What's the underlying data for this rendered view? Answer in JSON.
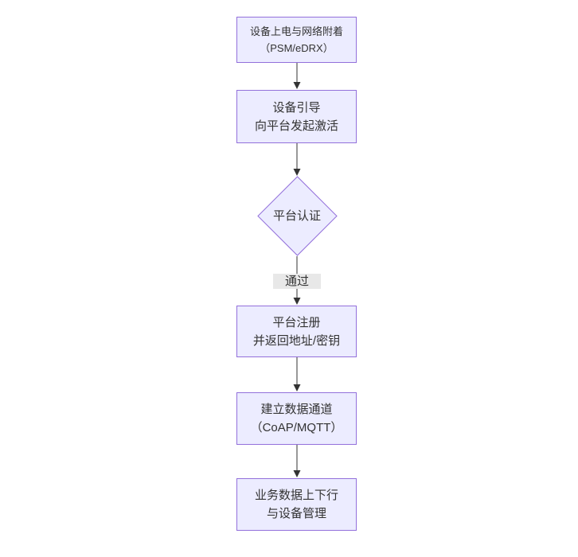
{
  "diagram": {
    "type": "flowchart",
    "direction": "top-down",
    "colors": {
      "node_fill": "#ECECFF",
      "node_border": "#9370DB",
      "text": "#333333",
      "arrow": "#333333",
      "edge_label_bg": "#e8e8e8",
      "background": "#ffffff"
    },
    "nodes": [
      {
        "id": "start",
        "shape": "rect",
        "lines": [
          "设备上电与网络附着",
          "（PSM/eDRX）"
        ]
      },
      {
        "id": "bootstrap",
        "shape": "rect",
        "lines": [
          "设备引导",
          "向平台发起激活"
        ]
      },
      {
        "id": "auth",
        "shape": "diamond",
        "lines": [
          "平台认证"
        ]
      },
      {
        "id": "register",
        "shape": "rect",
        "lines": [
          "平台注册",
          "并返回地址/密钥"
        ]
      },
      {
        "id": "channel",
        "shape": "rect",
        "lines": [
          "建立数据通道",
          "（CoAP/MQTT）"
        ]
      },
      {
        "id": "business",
        "shape": "rect",
        "lines": [
          "业务数据上下行",
          "与设备管理"
        ]
      }
    ],
    "edges": [
      {
        "from": "start",
        "to": "bootstrap",
        "label": ""
      },
      {
        "from": "bootstrap",
        "to": "auth",
        "label": ""
      },
      {
        "from": "auth",
        "to": "register",
        "label": "通过"
      },
      {
        "from": "register",
        "to": "channel",
        "label": ""
      },
      {
        "from": "channel",
        "to": "business",
        "label": ""
      }
    ]
  }
}
